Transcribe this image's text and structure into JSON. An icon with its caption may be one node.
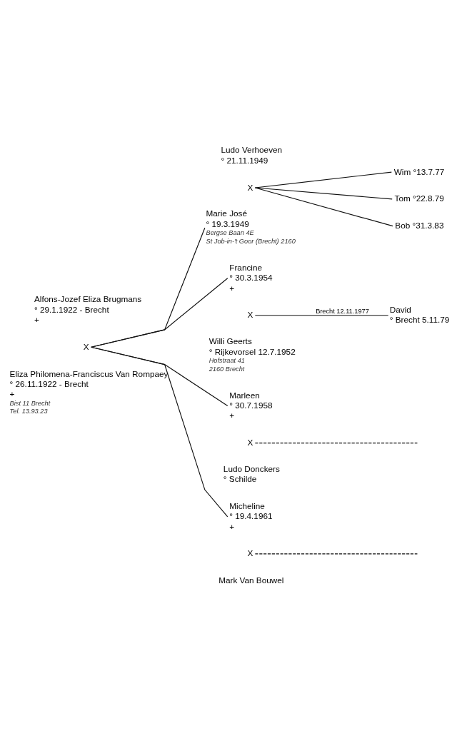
{
  "diagram": {
    "nodes": [
      {
        "text": [
          "Alfons-Jozef Eliza Brugmans",
          "° 29.1.1922 - Brecht",
          "+"
        ]
      },
      {
        "text": [
          "X"
        ]
      },
      {
        "text": [
          "Eliza Philomena-Franciscus Van Rompaey",
          "° 26.11.1922 - Brecht",
          "+"
        ],
        "beside": [
          "Bist 11 Brecht",
          "Tel. 13.93.23"
        ]
      },
      {
        "text": [
          "Ludo Verhoeven",
          "° 21.11.1949"
        ]
      },
      {
        "text": [
          "X"
        ]
      },
      {
        "text": [
          "Marie José",
          "° 19.3.1949"
        ],
        "beside": [
          "Bergse Baan 4E",
          "St Job-in-'t Goor (Brecht) 2160"
        ]
      },
      {
        "text": [
          "Wim °13.7.77"
        ]
      },
      {
        "text": [
          "Tom °22.8.79"
        ]
      },
      {
        "text": [
          "Bob °31.3.83"
        ]
      },
      {
        "text": [
          "Francine",
          "° 30.3.1954",
          "+"
        ]
      },
      {
        "text": [
          "X"
        ]
      },
      {
        "text": [
          "Willi Geerts",
          "° Rijkevorsel 12.7.1952"
        ],
        "beside": [
          "Hofstraat 41",
          "2160 Brecht"
        ]
      },
      {
        "text": [
          "David",
          "° Brecht 5.11.79"
        ]
      },
      {
        "text": [
          "Marleen",
          "° 30.7.1958",
          "+"
        ]
      },
      {
        "text": [
          "X"
        ]
      },
      {
        "text": [
          "Ludo Donckers",
          "° Schilde"
        ]
      },
      {
        "text": [
          "Micheline",
          "° 19.4.1961",
          "+"
        ]
      },
      {
        "text": [
          "X"
        ]
      },
      {
        "text": [
          "Mark Van Bouwel"
        ]
      }
    ],
    "edges": [
      {
        "from": 1,
        "to": 5,
        "arrow": "none"
      },
      {
        "from": 1,
        "to": 9,
        "arrow": "none"
      },
      {
        "from": 1,
        "to": 13,
        "arrow": "none"
      },
      {
        "from": 1,
        "to": 16,
        "arrow": "none"
      },
      {
        "from": 4,
        "to": 6,
        "arrow": "none"
      },
      {
        "from": 4,
        "to": 7,
        "arrow": "none"
      },
      {
        "from": 4,
        "to": 8,
        "arrow": "none"
      },
      {
        "from": 10,
        "to": 12,
        "arrow": "none",
        "label": "Brecht 12.11.1977"
      },
      {
        "from": 14,
        "to": null,
        "arrow": "none",
        "style": "dashed"
      },
      {
        "from": 17,
        "to": null,
        "arrow": "none",
        "style": "dashed"
      }
    ]
  }
}
